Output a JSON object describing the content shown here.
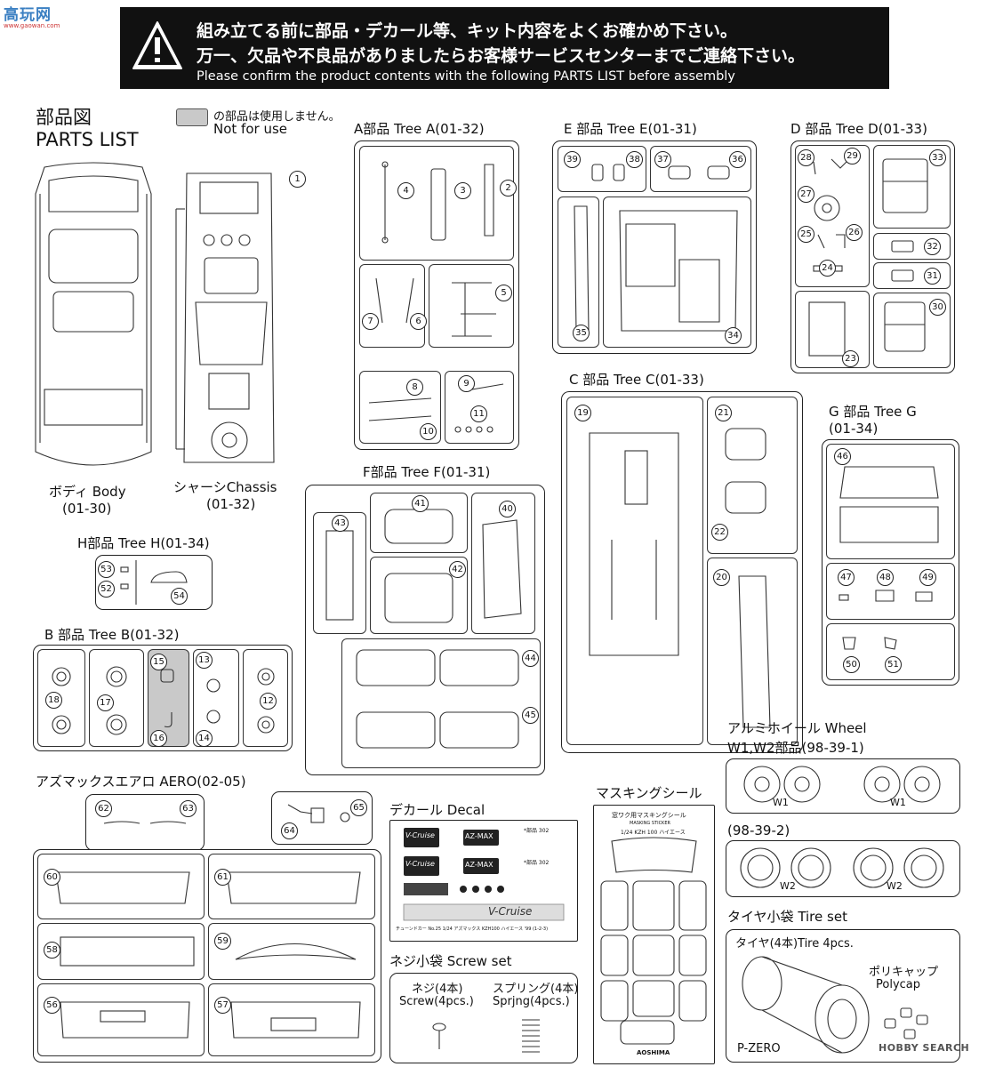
{
  "watermark_top": {
    "logo_text": "高玩网",
    "url": "www.gaowan.com"
  },
  "banner": {
    "line1": "組み立てる前に部品・デカール等、キット内容をよくお確かめ下さい。",
    "line2": "万一、欠品や不良品がありましたらお客様サービスセンターまでご連絡下さい。",
    "line3": "Please confirm the product contents with the following PARTS LIST before assembly"
  },
  "header": {
    "title_jp": "部品図",
    "title_en": "PARTS LIST",
    "legend_jp": "の部品は使用しません。",
    "legend_en": "Not for use",
    "legend_swatch_color": "#c9c9c9"
  },
  "body_part": {
    "label": "ボディ Body",
    "code": "(01-30)"
  },
  "chassis_part": {
    "label": "シャーシChassis",
    "code": "(01-32)",
    "num": "1"
  },
  "tree_a": {
    "title": "A部品 Tree A(01-32)",
    "nums": [
      "2",
      "3",
      "4",
      "5",
      "6",
      "7",
      "8",
      "9",
      "10",
      "11"
    ]
  },
  "tree_e": {
    "title": "E 部品 Tree E(01-31)",
    "nums": [
      "34",
      "35",
      "36",
      "37",
      "38",
      "39"
    ]
  },
  "tree_d": {
    "title": "D 部品 Tree D(01-33)",
    "nums": [
      "23",
      "24",
      "25",
      "26",
      "27",
      "28",
      "29",
      "30",
      "31",
      "32",
      "33"
    ]
  },
  "tree_c": {
    "title": "C 部品 Tree C(01-33)",
    "nums": [
      "19",
      "20",
      "21",
      "22"
    ]
  },
  "tree_g": {
    "title": "G 部品 Tree G",
    "code": "(01-34)",
    "nums": [
      "46",
      "47",
      "48",
      "49",
      "50",
      "51"
    ]
  },
  "tree_f": {
    "title": "F部品 Tree F(01-31)",
    "nums": [
      "40",
      "41",
      "42",
      "43",
      "44",
      "45"
    ]
  },
  "tree_h": {
    "title": "H部品 Tree H(01-34)",
    "nums": [
      "52",
      "53",
      "54"
    ]
  },
  "tree_b": {
    "title": "B 部品 Tree B(01-32)",
    "nums": [
      "12",
      "13",
      "14",
      "15",
      "16",
      "17",
      "18"
    ]
  },
  "wheel": {
    "title": "アルミホイール Wheel",
    "subtitle": "W1,W2部品(98-39-1)",
    "code2": "(98-39-2)",
    "w1": "W1",
    "w2": "W2"
  },
  "aero": {
    "title": "アズマックスエアロ AERO(02-05)",
    "nums": [
      "56",
      "57",
      "58",
      "59",
      "60",
      "61",
      "62",
      "63",
      "64",
      "65"
    ]
  },
  "decal": {
    "title": "デカール Decal",
    "logo1": "V-Cruise",
    "logo2": "AZ-MAX",
    "code_text": "*部品 302",
    "footer": "チューンドカー No.25 1/24 アズマックス KZH100 ハイエース '99 (1-2-3)"
  },
  "masking": {
    "title": "マスキングシール",
    "sheet_title": "窓ワク用マスキングシール",
    "sheet_sub": "MASKING STICKER",
    "sheet_model": "1/24 KZH 100 ハイエース",
    "brand": "AOSHIMA"
  },
  "screw": {
    "title": "ネジ小袋 Screw set",
    "screw_jp": "ネジ(4本)",
    "screw_en": "Screw(4pcs.)",
    "spring_jp": "スプリング(4本)",
    "spring_en": "Sprjng(4pcs.)"
  },
  "tire": {
    "title": "タイヤ小袋 Tire set",
    "tire_label": "タイヤ(4本)Tire 4pcs.",
    "poly_jp": "ポリキャップ",
    "poly_en": "Polycap",
    "brand": "P-ZERO"
  },
  "watermark_bottom": {
    "text": "HOBBY SEARCH"
  }
}
